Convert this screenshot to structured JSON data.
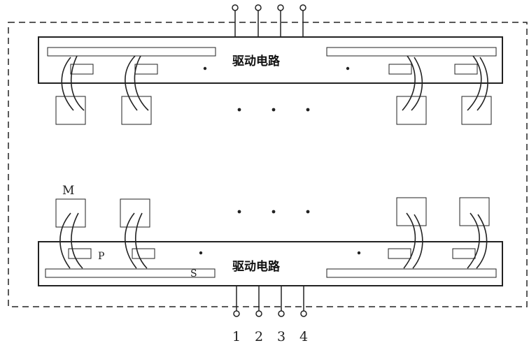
{
  "top_circuit": {
    "label": "驱动电路"
  },
  "bottom_circuit": {
    "label": "驱动电路"
  },
  "labels": {
    "m": "M",
    "p": "P",
    "s": "S"
  },
  "terminals": [
    "1",
    "2",
    "3",
    "4"
  ],
  "ellipsis": "· · ·",
  "colors": {
    "line": "#222222",
    "background": "#ffffff"
  }
}
